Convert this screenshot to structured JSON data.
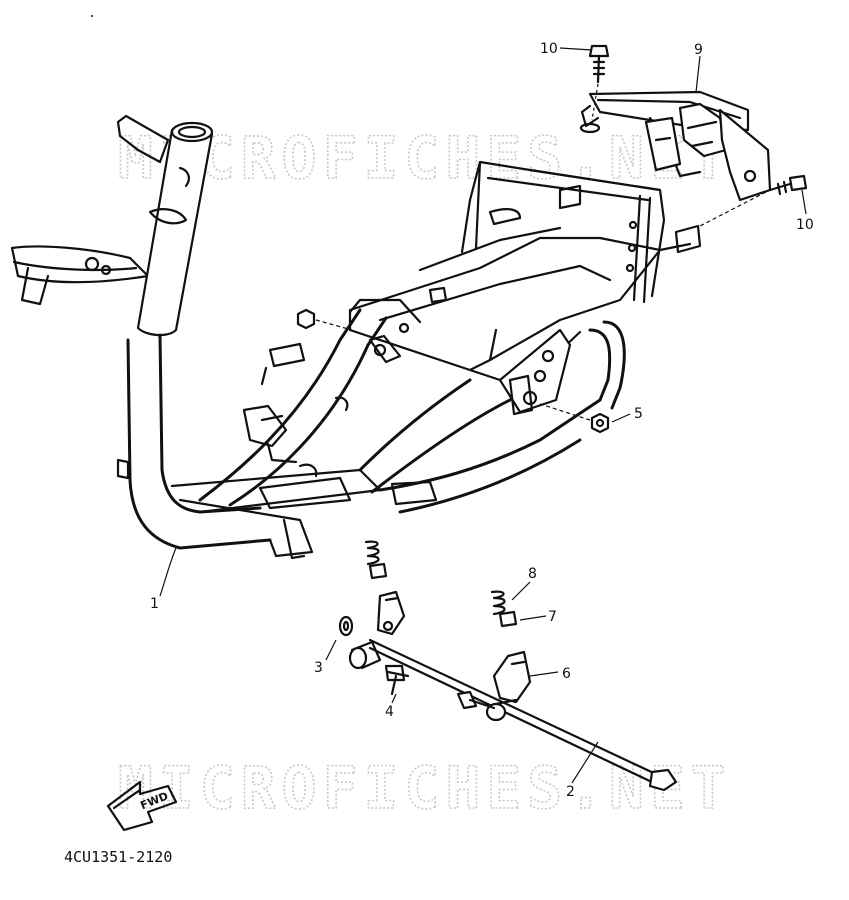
{
  "diagram": {
    "watermark_top": "MICROFICHES.NET",
    "watermark_bottom": "MICROFICHES.NET",
    "drawing_code": "4CU1351-2120",
    "direction_label": "FWD",
    "callouts": [
      {
        "id": "part-1",
        "label": "1"
      },
      {
        "id": "part-2",
        "label": "2"
      },
      {
        "id": "part-3",
        "label": "3"
      },
      {
        "id": "part-4",
        "label": "4"
      },
      {
        "id": "part-5",
        "label": "5"
      },
      {
        "id": "part-6",
        "label": "6"
      },
      {
        "id": "part-7",
        "label": "7"
      },
      {
        "id": "part-8",
        "label": "8"
      },
      {
        "id": "part-9",
        "label": "9"
      },
      {
        "id": "part-10a",
        "label": "10"
      },
      {
        "id": "part-10b",
        "label": "10"
      }
    ]
  }
}
